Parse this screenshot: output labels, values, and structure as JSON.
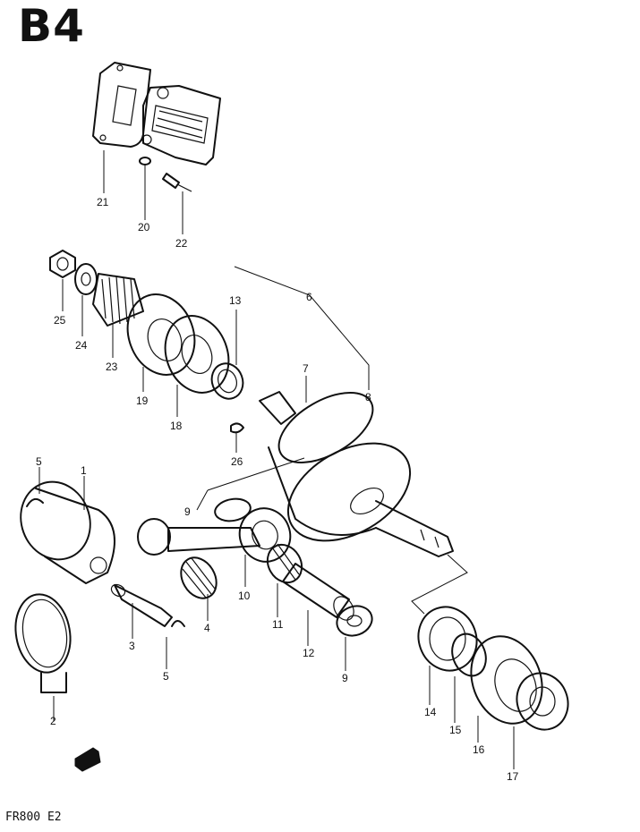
{
  "page": {
    "section_code": "B4",
    "footer_code": "FR800 E2"
  },
  "callouts": {
    "c1": "1",
    "c2": "2",
    "c3": "3",
    "c4": "4",
    "c5a": "5",
    "c5b": "5",
    "c6": "6",
    "c7": "7",
    "c8": "8",
    "c9a": "9",
    "c9b": "9",
    "c10": "10",
    "c11": "11",
    "c12": "12",
    "c13": "13",
    "c14": "14",
    "c15": "15",
    "c16": "16",
    "c17": "17",
    "c18": "18",
    "c19": "19",
    "c20": "20",
    "c21": "21",
    "c22": "22",
    "c23": "23",
    "c24": "24",
    "c25": "25",
    "c26": "26"
  }
}
